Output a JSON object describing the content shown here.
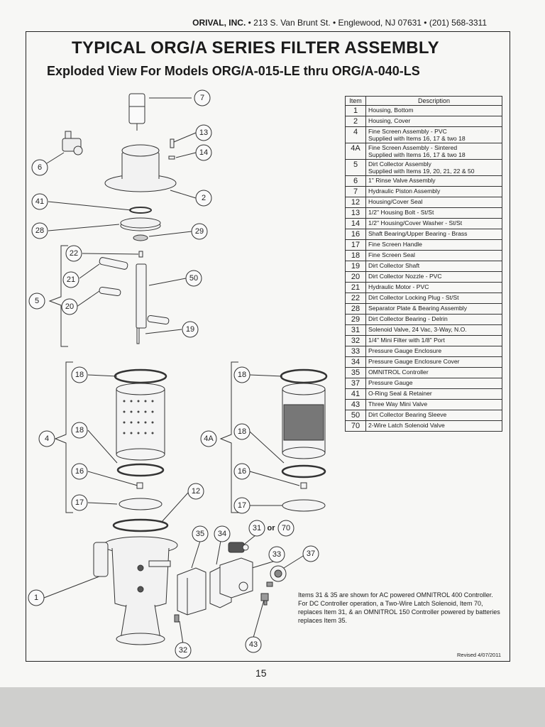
{
  "header": {
    "company": "ORIVAL, INC.",
    "address": " • 213 S. Van Brunt St. • Englewood, NJ 07631 • (201) 568-3311"
  },
  "title": "TYPICAL ORG/A SERIES FILTER ASSEMBLY",
  "subtitle": "Exploded View For Models ORG/A-015-LE thru ORG/A-040-LS",
  "parts_table": {
    "headers": {
      "item": "Item",
      "description": "Description"
    },
    "rows": [
      {
        "item": "1",
        "desc": "Housing, Bottom",
        "desc2": ""
      },
      {
        "item": "2",
        "desc": "Housing, Cover",
        "desc2": ""
      },
      {
        "item": "4",
        "desc": "Fine Screen Assembly - PVC",
        "desc2": "Supplied with Items 16, 17 & two 18"
      },
      {
        "item": "4A",
        "desc": "Fine Screen Assembly - Sintered",
        "desc2": "Supplied with Items 16, 17 & two 18"
      },
      {
        "item": "5",
        "desc": "Dirt Collector Assembly",
        "desc2": "Supplied with Items 19, 20, 21, 22 & 50"
      },
      {
        "item": "6",
        "desc": "1\" Rinse Valve Assembly",
        "desc2": ""
      },
      {
        "item": "7",
        "desc": "Hydraulic Piston Assembly",
        "desc2": ""
      },
      {
        "item": "12",
        "desc": "Housing/Cover Seal",
        "desc2": ""
      },
      {
        "item": "13",
        "desc": "1/2\" Housing Bolt - St/St",
        "desc2": ""
      },
      {
        "item": "14",
        "desc": "1/2\" Housing/Cover Washer - St/St",
        "desc2": ""
      },
      {
        "item": "16",
        "desc": "Shaft Bearing/Upper Bearing - Brass",
        "desc2": ""
      },
      {
        "item": "17",
        "desc": "Fine Screen Handle",
        "desc2": ""
      },
      {
        "item": "18",
        "desc": "Fine Screen Seal",
        "desc2": ""
      },
      {
        "item": "19",
        "desc": "Dirt Collector Shaft",
        "desc2": ""
      },
      {
        "item": "20",
        "desc": "Dirt Collector Nozzle - PVC",
        "desc2": ""
      },
      {
        "item": "21",
        "desc": "Hydraulic Motor - PVC",
        "desc2": ""
      },
      {
        "item": "22",
        "desc": "Dirt Collector Locking Plug - St/St",
        "desc2": ""
      },
      {
        "item": "28",
        "desc": "Separator Plate & Bearing Assembly",
        "desc2": ""
      },
      {
        "item": "29",
        "desc": "Dirt Collector Bearing - Delrin",
        "desc2": ""
      },
      {
        "item": "31",
        "desc": "Solenoid Valve, 24 Vac, 3-Way, N.O.",
        "desc2": ""
      },
      {
        "item": "32",
        "desc": "1/4\" Mini Filter with 1/8\" Port",
        "desc2": ""
      },
      {
        "item": "33",
        "desc": "Pressure Gauge Enclosure",
        "desc2": ""
      },
      {
        "item": "34",
        "desc": "Pressure Gauge Enclosure Cover",
        "desc2": ""
      },
      {
        "item": "35",
        "desc": "OMNITROL Controller",
        "desc2": ""
      },
      {
        "item": "37",
        "desc": "Pressure Gauge",
        "desc2": ""
      },
      {
        "item": "41",
        "desc": "O-Ring Seal & Retainer",
        "desc2": ""
      },
      {
        "item": "43",
        "desc": "Three Way Mini Valve",
        "desc2": ""
      },
      {
        "item": "50",
        "desc": "Dirt Collector Bearing Sleeve",
        "desc2": ""
      },
      {
        "item": "70",
        "desc": "2-Wire Latch Solenoid Valve",
        "desc2": ""
      }
    ]
  },
  "callouts": [
    "7",
    "13",
    "14",
    "6",
    "2",
    "41",
    "28",
    "29",
    "22",
    "21",
    "50",
    "5",
    "20",
    "19",
    "18",
    "4",
    "18",
    "16",
    "17",
    "12",
    "18",
    "4A",
    "18",
    "16",
    "17",
    "31",
    "or",
    "70",
    "35",
    "34",
    "33",
    "37",
    "1",
    "43",
    "32"
  ],
  "note": "Items 31 & 35 are shown for AC powered OMNITROL 400 Controller. For DC Controller operation, a Two-Wire Latch Solenoid, Item 70, replaces Item 31, & an OMNITROL 150 Controller powered by batteries replaces Item 35.",
  "revised": "Revised 4/07/2011",
  "page_number": "15"
}
